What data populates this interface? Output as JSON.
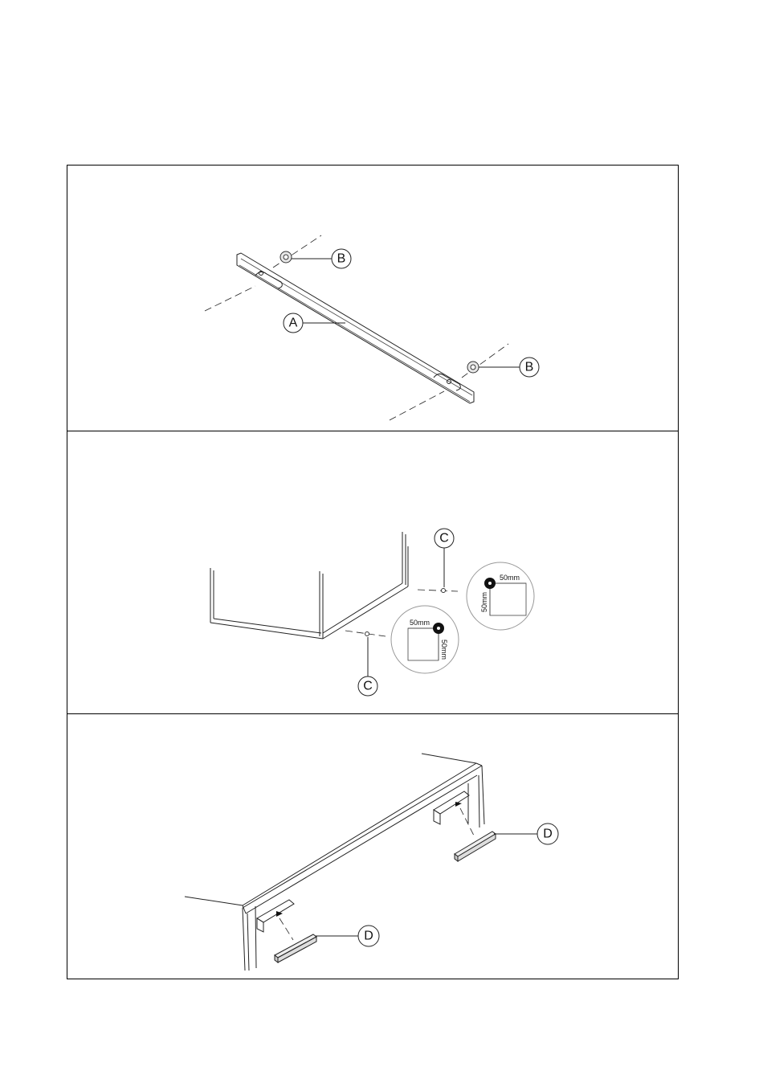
{
  "panels": [
    {
      "id": "step-rail",
      "labels": {
        "rail": "A",
        "fixing_top": "B",
        "fixing_bottom": "B"
      }
    },
    {
      "id": "step-floor-marks",
      "labels": {
        "mark_right": "C",
        "mark_left": "C"
      },
      "details": {
        "right": {
          "horizontal": "50mm",
          "vertical": "50mm"
        },
        "left": {
          "horizontal": "50mm",
          "vertical": "50mm"
        }
      }
    },
    {
      "id": "step-clips",
      "labels": {
        "clip_right": "D",
        "clip_left": "D"
      }
    }
  ]
}
